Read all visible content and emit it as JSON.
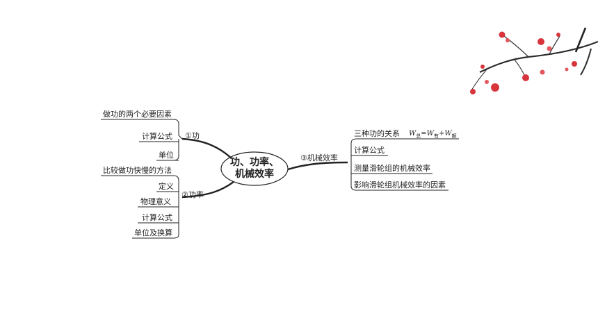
{
  "center": {
    "line1": "功、功率、",
    "line2": "机械效率"
  },
  "branch1": {
    "label": "①功",
    "items": [
      "做功的两个必要因素",
      "计算公式",
      "单位"
    ]
  },
  "branch2": {
    "label": "②功率",
    "items": [
      "比较做功快慢的方法",
      "定义",
      "物理意义",
      "计算公式",
      "单位及换算"
    ]
  },
  "branch3": {
    "label": "③机械效率",
    "items": [
      "三种功的关系",
      "计算公式",
      "测量滑轮组的机械效率",
      "影响滑轮组机械效率的因素"
    ],
    "formula": {
      "w1": "W",
      "s1": "总",
      "eq": "=",
      "w2": "W",
      "s2": "有",
      "plus": "+",
      "w3": "W",
      "s3": "额"
    }
  },
  "colors": {
    "line": "#222222",
    "blossom": "#d8343c",
    "branch_wood": "#2a2a2a"
  },
  "decoration": {
    "icon": "plum-blossom-branch-icon"
  }
}
